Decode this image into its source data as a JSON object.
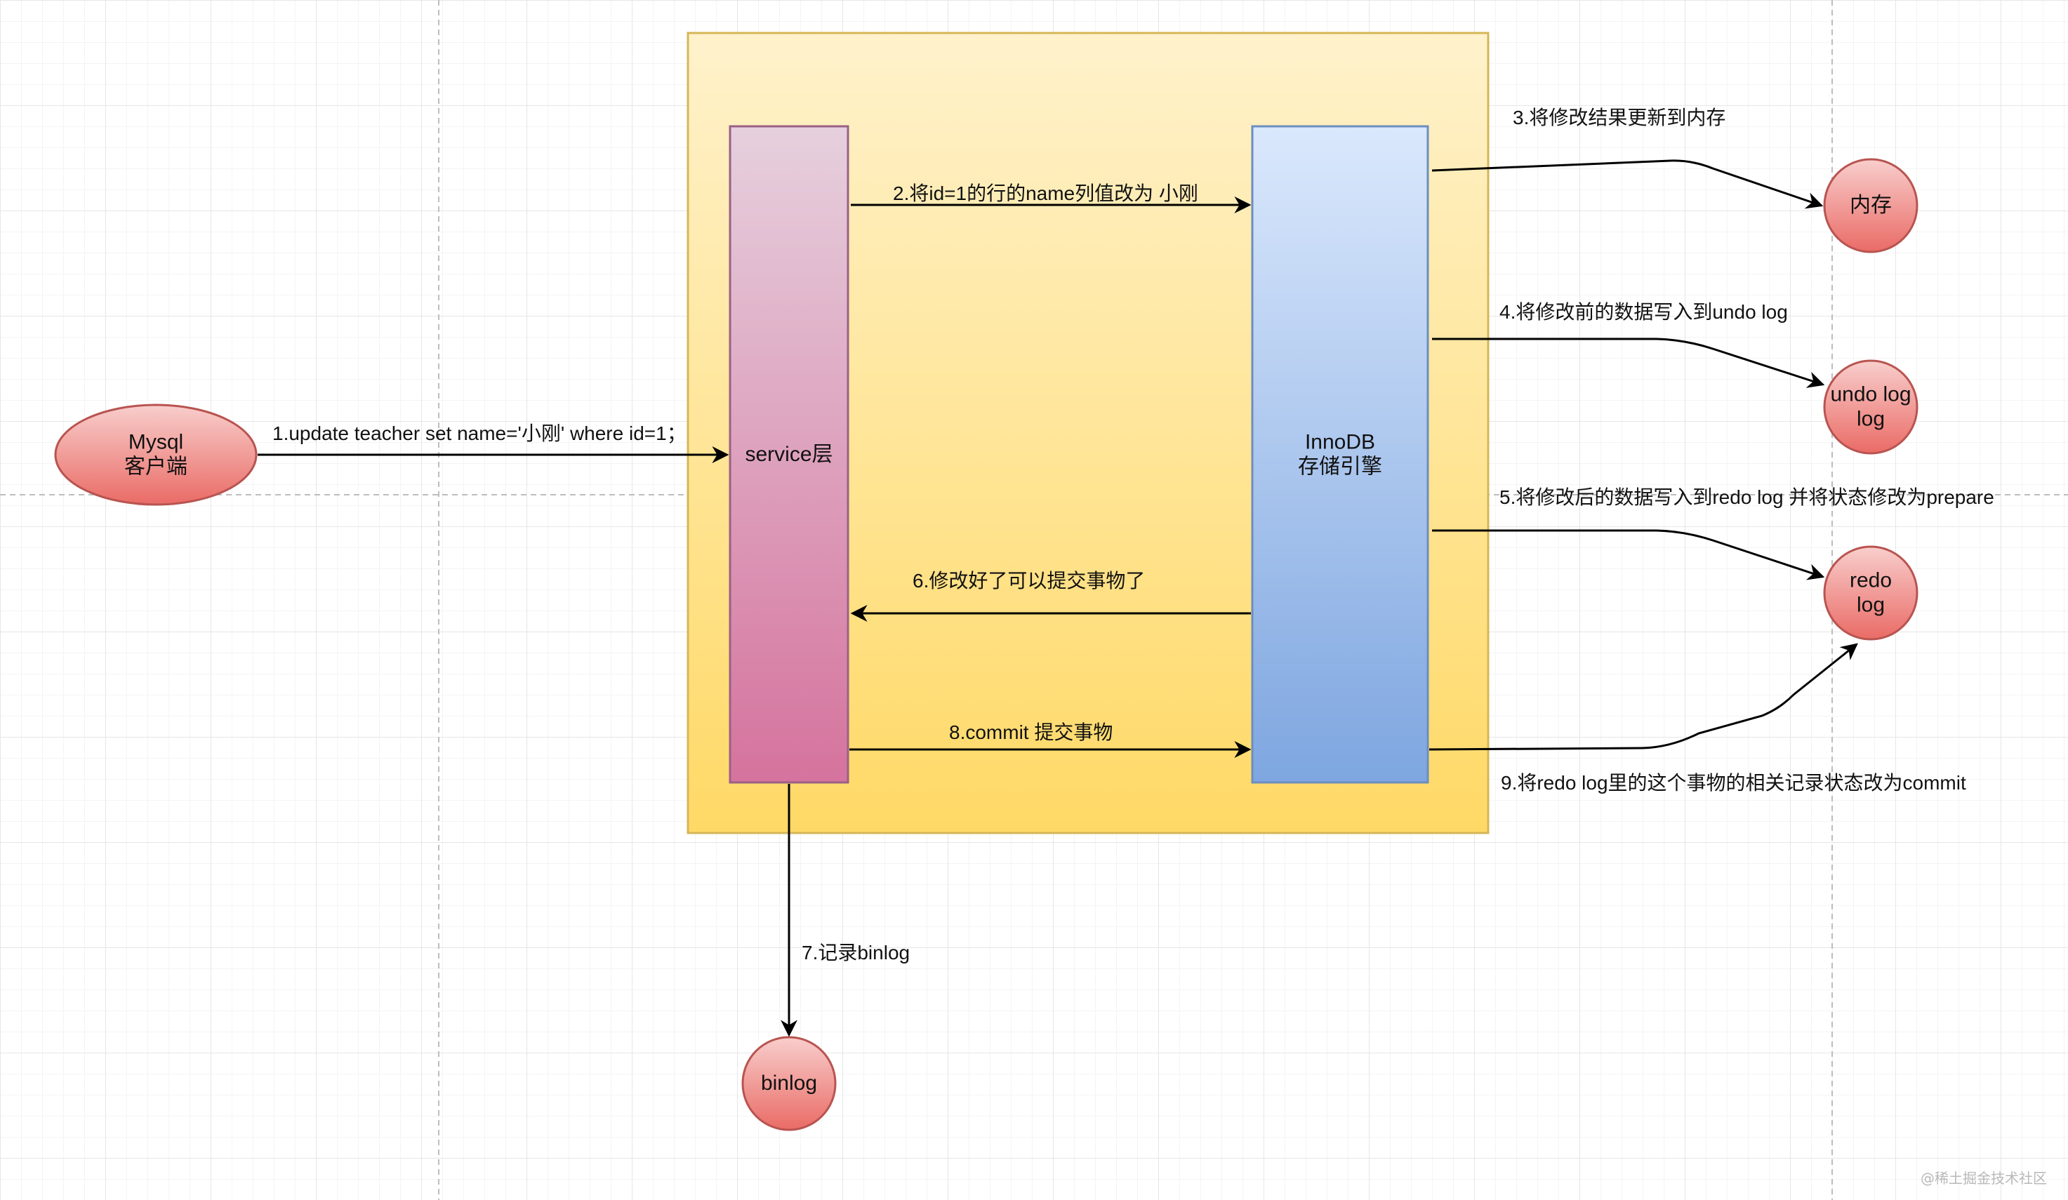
{
  "nodes": {
    "client": {
      "line1": "Mysql",
      "line2": "客户端"
    },
    "service": {
      "label": "service层"
    },
    "innodb": {
      "line1": "InnoDB",
      "line2": "存储引擎"
    },
    "memory": {
      "label": "内存"
    },
    "undo_log": {
      "line1": "undo log",
      "line2": "log"
    },
    "redo_log": {
      "line1": "redo",
      "line2": "log"
    },
    "binlog": {
      "label": "binlog"
    }
  },
  "steps": {
    "s1": "1.update teacher set name='小刚' where id=1；",
    "s2": "2.将id=1的行的name列值改为 小刚",
    "s3": "3.将修改结果更新到内存",
    "s4": "4.将修改前的数据写入到undo log",
    "s5": "5.将修改后的数据写入到redo log  并将状态修改为prepare",
    "s6": "6.修改好了可以提交事物了",
    "s7": "7.记录binlog",
    "s8": "8.commit 提交事物",
    "s9": "9.将redo log里的这个事物的相关记录状态改为commit"
  },
  "watermark": "@稀土掘金技术社区",
  "colors": {
    "container_top": "#fff2cc",
    "container_bottom": "#ffd966",
    "container_border": "#d6b656",
    "service_top": "#e6d0de",
    "service_bottom": "#d5739d",
    "service_border": "#996185",
    "innodb_top": "#dae8fc",
    "innodb_bottom": "#7ea6e0",
    "innodb_border": "#6c8ebf",
    "node_top": "#f8cecc",
    "node_bottom": "#ea6b66",
    "node_border": "#b85450"
  }
}
